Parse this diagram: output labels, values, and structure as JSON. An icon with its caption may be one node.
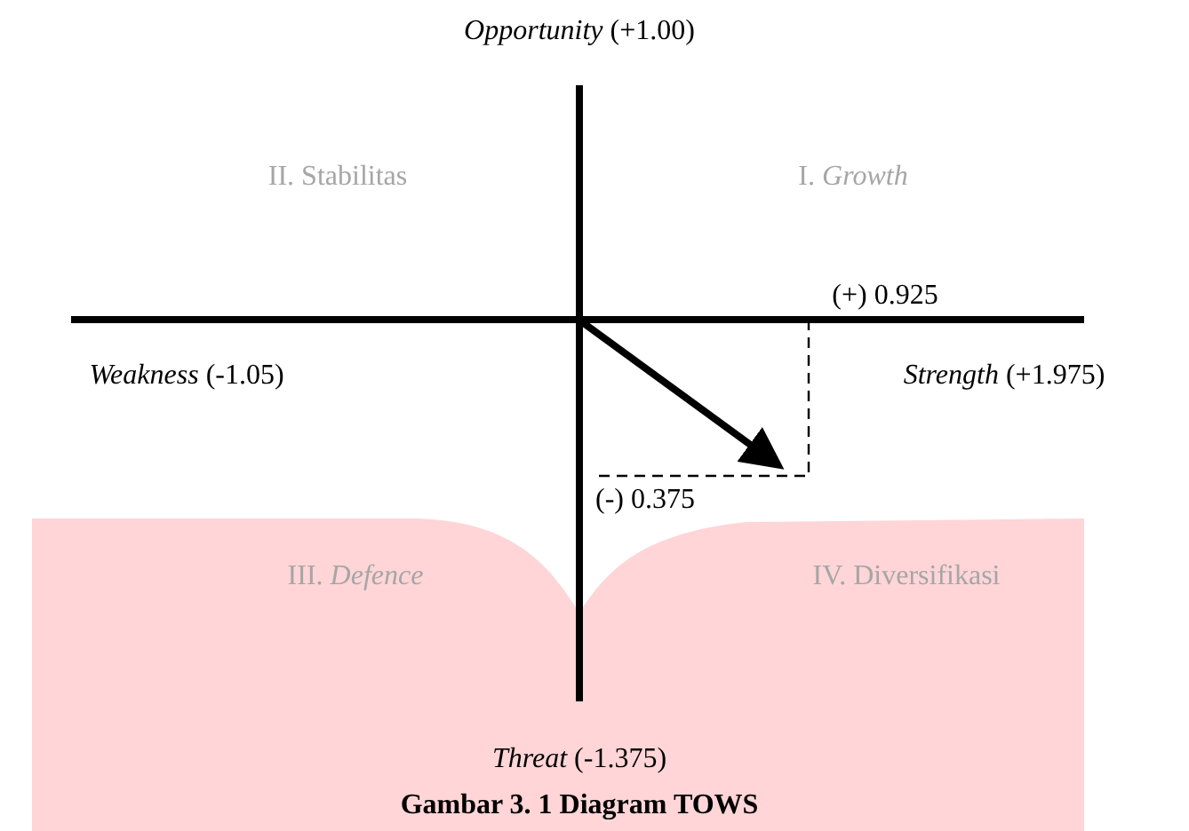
{
  "diagram": {
    "caption": "Gambar 3. 1 Diagram TOWS",
    "labels": [
      "*Opportunity* (+1.00)",
      "II. Stabilitas",
      "I. *Growth*",
      "(+) 0.925",
      "*Weakness* (-1.05)",
      "*Strength* (+1.975)",
      "(-) 0.375",
      "III. *Defence*",
      "IV. Diversifikasi",
      "*Threat* (-1.375)"
    ]
  }
}
